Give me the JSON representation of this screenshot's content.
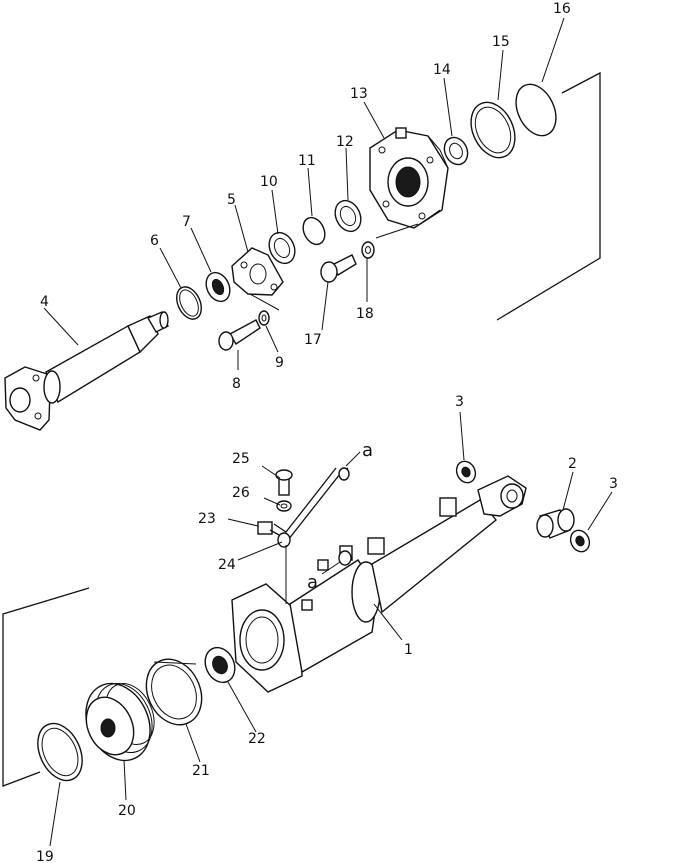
{
  "callouts": [
    {
      "id": "c1",
      "text": "1"
    },
    {
      "id": "c2",
      "text": "2"
    },
    {
      "id": "c3a",
      "text": "3"
    },
    {
      "id": "c3b",
      "text": "3"
    },
    {
      "id": "c4",
      "text": "4"
    },
    {
      "id": "c5",
      "text": "5"
    },
    {
      "id": "c6",
      "text": "6"
    },
    {
      "id": "c7",
      "text": "7"
    },
    {
      "id": "c8",
      "text": "8"
    },
    {
      "id": "c9",
      "text": "9"
    },
    {
      "id": "c10",
      "text": "10"
    },
    {
      "id": "c11",
      "text": "11"
    },
    {
      "id": "c12",
      "text": "12"
    },
    {
      "id": "c13",
      "text": "13"
    },
    {
      "id": "c14",
      "text": "14"
    },
    {
      "id": "c15",
      "text": "15"
    },
    {
      "id": "c16",
      "text": "16"
    },
    {
      "id": "c17",
      "text": "17"
    },
    {
      "id": "c18",
      "text": "18"
    },
    {
      "id": "c19",
      "text": "19"
    },
    {
      "id": "c20",
      "text": "20"
    },
    {
      "id": "c21",
      "text": "21"
    },
    {
      "id": "c22",
      "text": "22"
    },
    {
      "id": "c23",
      "text": "23"
    },
    {
      "id": "c24",
      "text": "24"
    },
    {
      "id": "c25",
      "text": "25"
    },
    {
      "id": "c26",
      "text": "26"
    },
    {
      "id": "ca1",
      "text": "a"
    },
    {
      "id": "ca2",
      "text": "a"
    }
  ]
}
